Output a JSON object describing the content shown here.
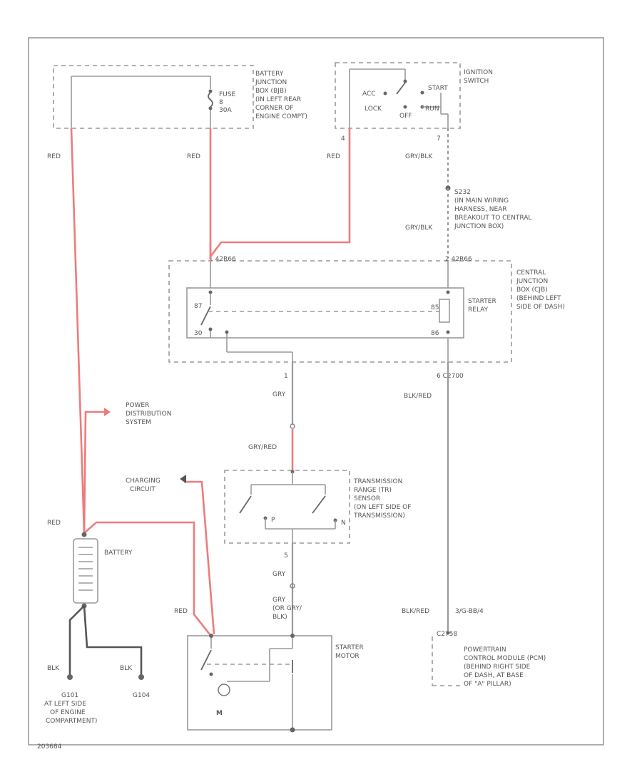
{
  "labels": {
    "bat_jbox": [
      "BATTERY",
      "JUNCTION",
      "BOX (BJB)",
      "(IN LEFT REAR",
      "CORNER OF",
      "ENGINE COMPT)"
    ],
    "fuse": [
      "FUSE",
      "8",
      "30A"
    ],
    "ign_switch": [
      "IGNITION",
      "SWITCH"
    ],
    "acc": "ACC",
    "lock": "LOCK",
    "off": "OFF",
    "run": "RUN",
    "start": "START",
    "red": "RED",
    "pin4": "4",
    "pin7": "7",
    "gry_blk": "GRY/BLK",
    "s232": [
      "S232",
      "(IN MAIN WIRING",
      "HARNESS, NEAR",
      "BREAKOUT TO CENTRAL",
      "JUNCTION BOX)"
    ],
    "c_left": "1 42R66",
    "c_right": "2 42R66",
    "cjb": [
      "CENTRAL",
      "JUNCTION",
      "BOX (CJB)",
      "(BEHIND LEFT",
      "SIDE OF DASH)"
    ],
    "starter_relay": [
      "STARTER",
      "RELAY"
    ],
    "relay_pins": [
      "87",
      "30",
      "85",
      "86"
    ],
    "c2_left": "1",
    "c2_right": "6   C2700",
    "gry": "GRY",
    "blk_red": "BLK/RED",
    "gry_red": "GRY/RED",
    "power_dist": [
      "POWER",
      "DISTRIBUTION",
      "SYSTEM"
    ],
    "charging": [
      "CHARGING",
      "CIRCUIT"
    ],
    "trs": [
      "TRANSMISSION",
      "RANGE (TR)",
      "SENSOR",
      "(ON LEFT SIDE OF",
      "TRANSMISSION)"
    ],
    "trs_pins": [
      "P",
      "N"
    ],
    "battery": "BATTERY",
    "pin5": "5",
    "gry2": "GRY",
    "gry_alt": [
      "GRY",
      "(OR GRY/",
      "BLK)"
    ],
    "blk_red2": "BLK/RED",
    "pcm_pin": "3/G-BB/4",
    "c_pcm": "C2758",
    "pcm": [
      "POWERTRAIN",
      "CONTROL MODULE (PCM)",
      "(BEHIND RIGHT SIDE",
      "OF DASH, AT BASE",
      "OF \"A\" PILLAR)"
    ],
    "starter_motor": [
      "STARTER",
      "MOTOR"
    ],
    "blk": "BLK",
    "g101": [
      "G101",
      "AT LEFT SIDE",
      "OF ENGINE",
      "COMPARTMENT)"
    ],
    "g104": "G104",
    "m": "M",
    "code": "203684"
  }
}
